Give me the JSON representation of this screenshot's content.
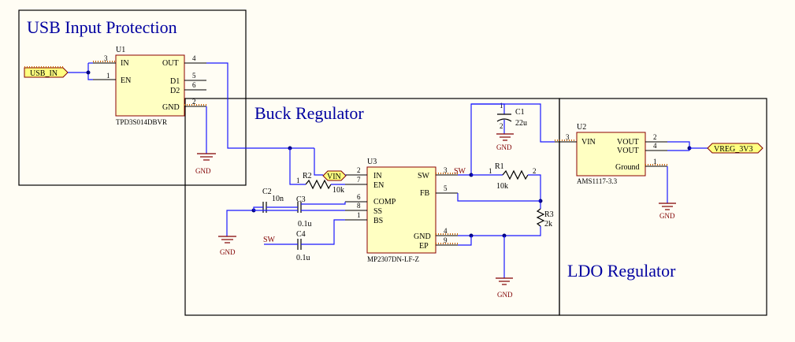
{
  "sections": {
    "usb": "USB Input Protection",
    "buck": "Buck Regulator",
    "ldo": "LDO Regulator"
  },
  "u1": {
    "ref": "U1",
    "part": "TPD3S014DBVR",
    "pins": {
      "in": "IN",
      "en": "EN",
      "out": "OUT",
      "d1": "D1",
      "d2": "D2",
      "gnd": "GND"
    },
    "nums": {
      "in": "3",
      "en": "1",
      "out": "4",
      "d1": "5",
      "d2": "6",
      "gnd": "2"
    }
  },
  "u2": {
    "ref": "U2",
    "part": "AMS1117-3.3",
    "pins": {
      "vin": "VIN",
      "vout1": "VOUT",
      "vout2": "VOUT",
      "ground": "Ground"
    },
    "nums": {
      "vin": "3",
      "vout1": "2",
      "vout2": "4",
      "ground": "1"
    }
  },
  "u3": {
    "ref": "U3",
    "part": "MP2307DN-LF-Z",
    "pins": {
      "in": "IN",
      "en": "EN",
      "comp": "COMP",
      "ss": "SS",
      "bs": "BS",
      "sw": "SW",
      "fb": "FB",
      "gnd": "GND",
      "ep": "EP"
    },
    "nums": {
      "in": "2",
      "en": "7",
      "comp": "6",
      "ss": "8",
      "bs": "1",
      "sw": "3",
      "fb": "5",
      "gnd": "4",
      "ep": "9"
    }
  },
  "passives": {
    "r1": {
      "ref": "R1",
      "value": "10k",
      "p1": "1",
      "p2": "2"
    },
    "r2": {
      "ref": "R2",
      "value": "10k",
      "p1": "1"
    },
    "r3": {
      "ref": "R3",
      "value": "2k"
    },
    "c1": {
      "ref": "C1",
      "value": "22u",
      "p1": "1",
      "p2": "2"
    },
    "c2": {
      "ref": "C2",
      "value": "10n"
    },
    "c3": {
      "ref": "C3",
      "value": "0.1u"
    },
    "c4": {
      "ref": "C4",
      "value": "0.1u"
    }
  },
  "ports": {
    "usb_in": "USB_IN",
    "vin": "VIN",
    "vreg": "VREG_3V3"
  },
  "nets": {
    "sw_u3": "SW",
    "sw_c4": "SW",
    "gnd": "GND"
  }
}
